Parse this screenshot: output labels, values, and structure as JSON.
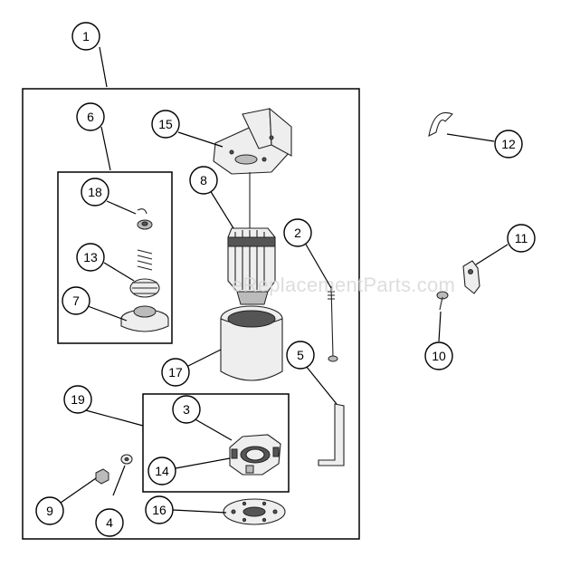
{
  "watermark": "eReplacementParts.com",
  "callouts": [
    {
      "id": "1",
      "label": "1"
    },
    {
      "id": "2",
      "label": "2"
    },
    {
      "id": "3",
      "label": "3"
    },
    {
      "id": "4",
      "label": "4"
    },
    {
      "id": "5",
      "label": "5"
    },
    {
      "id": "6",
      "label": "6"
    },
    {
      "id": "7",
      "label": "7"
    },
    {
      "id": "8",
      "label": "8"
    },
    {
      "id": "9",
      "label": "9"
    },
    {
      "id": "10",
      "label": "10"
    },
    {
      "id": "11",
      "label": "11"
    },
    {
      "id": "12",
      "label": "12"
    },
    {
      "id": "13",
      "label": "13"
    },
    {
      "id": "14",
      "label": "14"
    },
    {
      "id": "15",
      "label": "15"
    },
    {
      "id": "16",
      "label": "16"
    },
    {
      "id": "17",
      "label": "17"
    },
    {
      "id": "18",
      "label": "18"
    },
    {
      "id": "19",
      "label": "19"
    }
  ]
}
